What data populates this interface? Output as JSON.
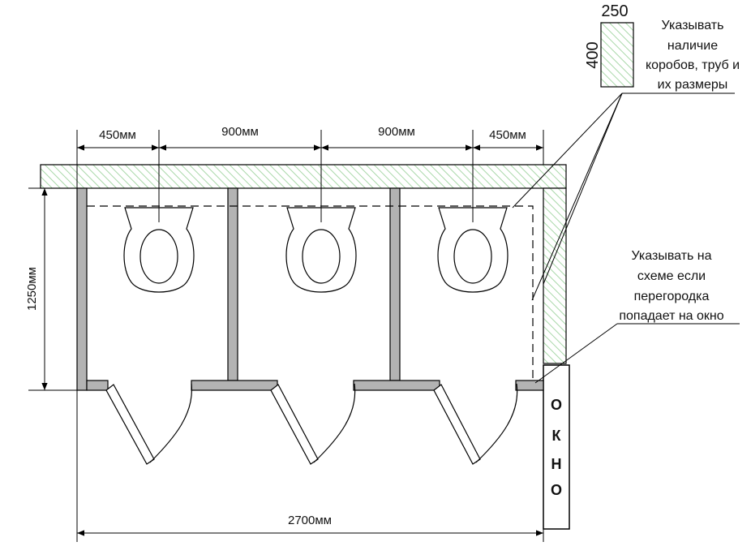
{
  "dimensions": {
    "top_left": "450мм",
    "top_mid1": "900мм",
    "top_mid2": "900мм",
    "top_right": "450мм",
    "depth": "1250мм",
    "total_width": "2700мм",
    "box_width": "250",
    "box_height": "400"
  },
  "notes": {
    "boxes": [
      "Указывать",
      "наличие",
      "коробов, труб и",
      "их размеры"
    ],
    "partition": [
      "Указывать на",
      "схеме если",
      "перегородка",
      "попадает на окно"
    ]
  },
  "window": {
    "letters": [
      "О",
      "К",
      "Н",
      "О"
    ]
  },
  "colors": {
    "hatch": "#a9d8a9",
    "partition_fill": "#b3b3b3",
    "line": "#000000"
  },
  "icons": [
    "toilet-icon",
    "door-swing-icon",
    "hatch-pattern"
  ]
}
